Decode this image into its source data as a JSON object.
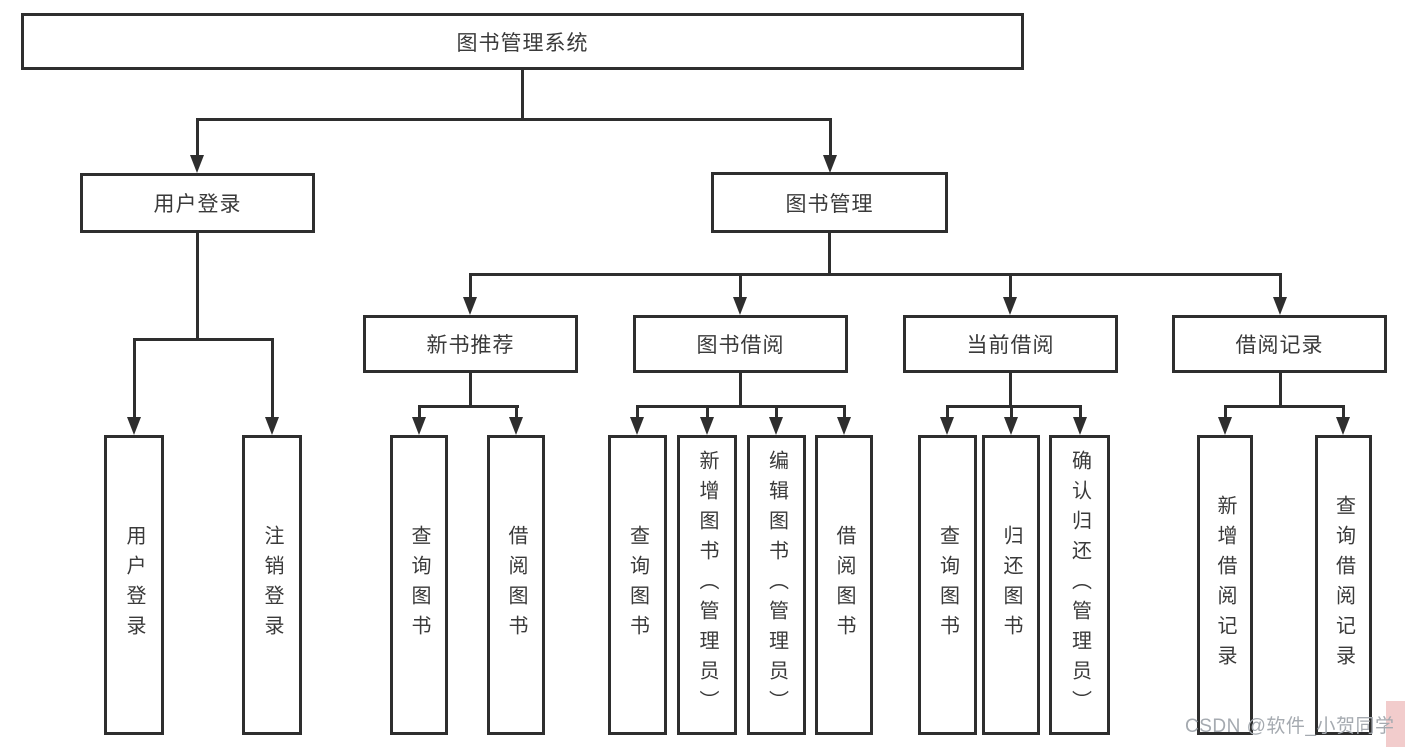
{
  "colors": {
    "line": "#2e2e2e",
    "text": "#3a3a3a",
    "background": "#ffffff",
    "watermark_text": "#a5aab0",
    "watermark_accent": "#f2cccc"
  },
  "root": {
    "label": "图书管理系统"
  },
  "level1": [
    {
      "label": "用户登录"
    },
    {
      "label": "图书管理"
    }
  ],
  "level2": [
    {
      "label": "新书推荐"
    },
    {
      "label": "图书借阅"
    },
    {
      "label": "当前借阅"
    },
    {
      "label": "借阅记录"
    }
  ],
  "leaves": {
    "user_login": [
      {
        "label": "用户登录"
      },
      {
        "label": "注销登录"
      }
    ],
    "new_book": [
      {
        "label": "查询图书"
      },
      {
        "label": "借阅图书"
      }
    ],
    "borrow": [
      {
        "label": "查询图书"
      },
      {
        "label": "新增图书（管理员）"
      },
      {
        "label": "编辑图书（管理员）"
      },
      {
        "label": "借阅图书"
      }
    ],
    "current": [
      {
        "label": "查询图书"
      },
      {
        "label": "归还图书"
      },
      {
        "label": "确认归还（管理员）"
      }
    ],
    "records": [
      {
        "label": "新增借阅记录"
      },
      {
        "label": "查询借阅记录"
      }
    ]
  },
  "watermark": {
    "label": "CSDN @软件_小贺同学"
  }
}
